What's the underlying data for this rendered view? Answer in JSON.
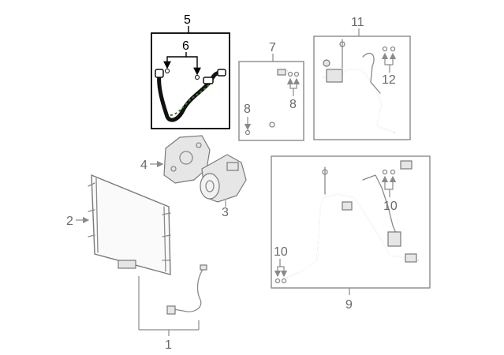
{
  "callouts": {
    "n1": "1",
    "n2": "2",
    "n3": "3",
    "n4": "4",
    "n5": "5",
    "n6": "6",
    "n7": "7",
    "n8a": "8",
    "n8b": "8",
    "n9": "9",
    "n10a": "10",
    "n10b": "10",
    "n11": "11",
    "n12": "12"
  },
  "colors": {
    "highlight": "#000000",
    "hose_stripe": "#3a7a2a",
    "line": "#8a8a8a",
    "part_fill": "#e6e6e6"
  }
}
